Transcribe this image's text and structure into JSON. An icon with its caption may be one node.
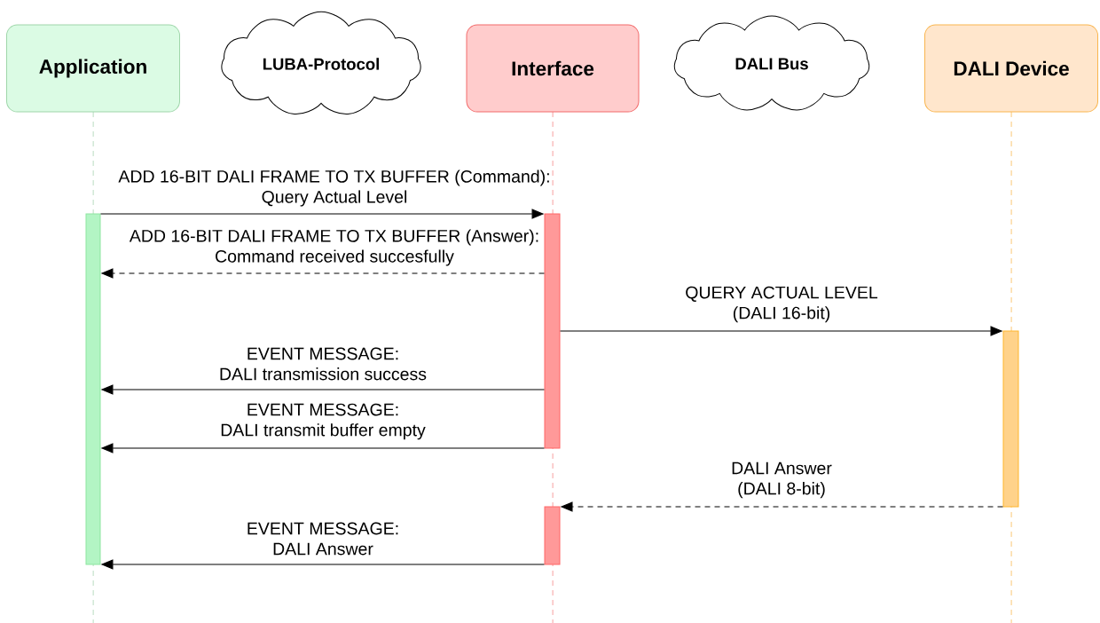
{
  "diagram": {
    "nodes": [
      {
        "text": [
          "Application"
        ]
      },
      {
        "text": [
          "LUBA-Protocol"
        ]
      },
      {
        "text": [
          "Interface"
        ]
      },
      {
        "text": [
          "DALI Bus"
        ]
      },
      {
        "text": [
          "DALI Device"
        ]
      },
      {
        "text": [],
        "shape": "bar"
      },
      {
        "text": [],
        "shape": "bar"
      },
      {
        "text": [],
        "shape": "bar"
      },
      {
        "text": [],
        "shape": "bar"
      }
    ],
    "edges": [
      {
        "from": 5,
        "to": 6,
        "arrow": "to",
        "label": "ADD 16-BIT DALI FRAME TO TX BUFFER (Command): Query Actual Level"
      },
      {
        "from": 6,
        "to": 5,
        "arrow": "to",
        "style": "dashed",
        "label": "ADD 16-BIT DALI FRAME TO TX BUFFER (Answer): Command received succesfully"
      },
      {
        "from": 6,
        "to": 7,
        "arrow": "to",
        "label": "QUERY ACTUAL LEVEL (DALI 16-bit)"
      },
      {
        "from": 6,
        "to": 5,
        "arrow": "to",
        "label": "EVENT MESSAGE: DALI transmission success"
      },
      {
        "from": 6,
        "to": 5,
        "arrow": "to",
        "label": "EVENT MESSAGE: DALI transmit buffer empty"
      },
      {
        "from": 7,
        "to": 8,
        "arrow": "to",
        "style": "dashed",
        "label": "DALI Answer (DALI 8-bit)"
      },
      {
        "from": 8,
        "to": 5,
        "arrow": "to",
        "label": "EVENT MESSAGE: DALI Answer"
      }
    ]
  }
}
